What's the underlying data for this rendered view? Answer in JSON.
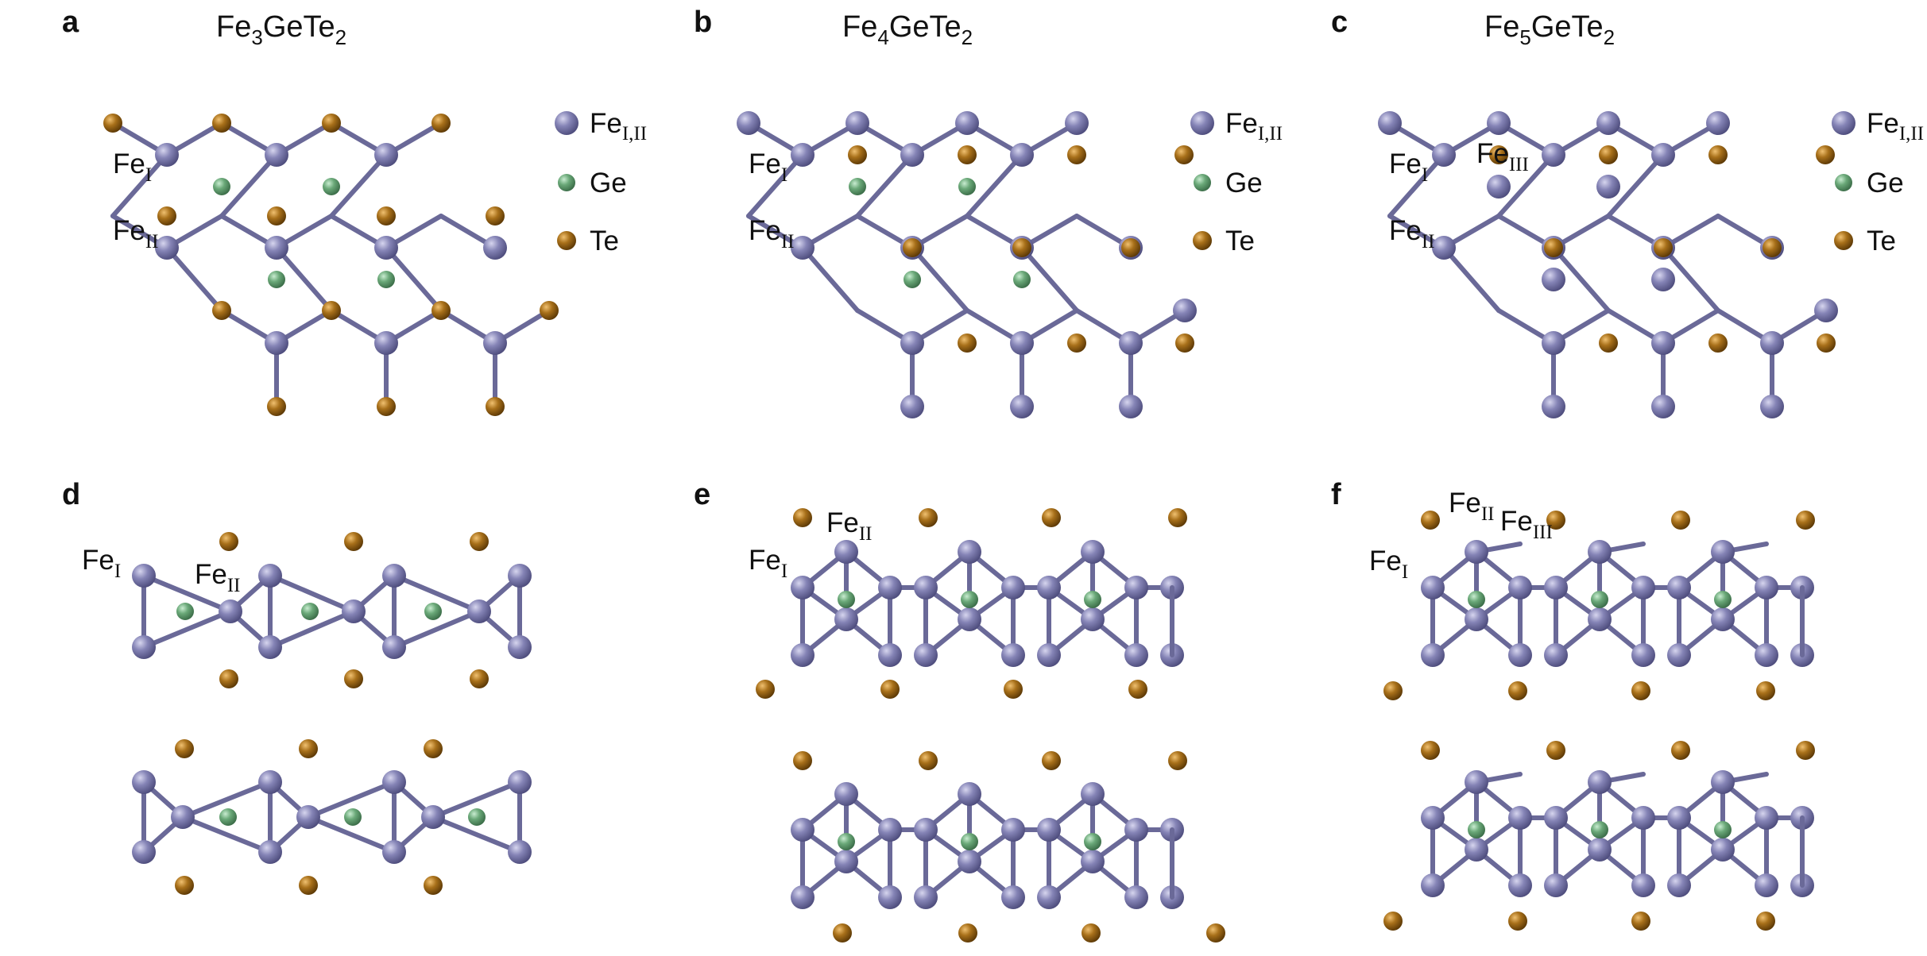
{
  "panels": [
    {
      "id": "a",
      "letter": "a",
      "title": {
        "base1": "Fe",
        "sub1": "3",
        "base2": "GeTe",
        "sub2": "2"
      }
    },
    {
      "id": "b",
      "letter": "b",
      "title": {
        "base1": "Fe",
        "sub1": "4",
        "base2": "GeTe",
        "sub2": "2"
      }
    },
    {
      "id": "c",
      "letter": "c",
      "title": {
        "base1": "Fe",
        "sub1": "5",
        "base2": "GeTe",
        "sub2": "2"
      }
    },
    {
      "id": "d",
      "letter": "d"
    },
    {
      "id": "e",
      "letter": "e"
    },
    {
      "id": "f",
      "letter": "f"
    }
  ],
  "legend": {
    "fe": {
      "base": "Fe",
      "sub": "I,II"
    },
    "ge": {
      "label": "Ge"
    },
    "te": {
      "label": "Te"
    }
  },
  "site_labels": {
    "fe_i": {
      "base": "Fe",
      "sub": "I"
    },
    "fe_ii": {
      "base": "Fe",
      "sub": "II"
    },
    "fe_iii": {
      "base": "Fe",
      "sub": "III"
    }
  },
  "colors": {
    "fe": "#7b7aaa",
    "ge": "#6aa878",
    "te": "#a8701a",
    "bond": "#6a6998"
  }
}
